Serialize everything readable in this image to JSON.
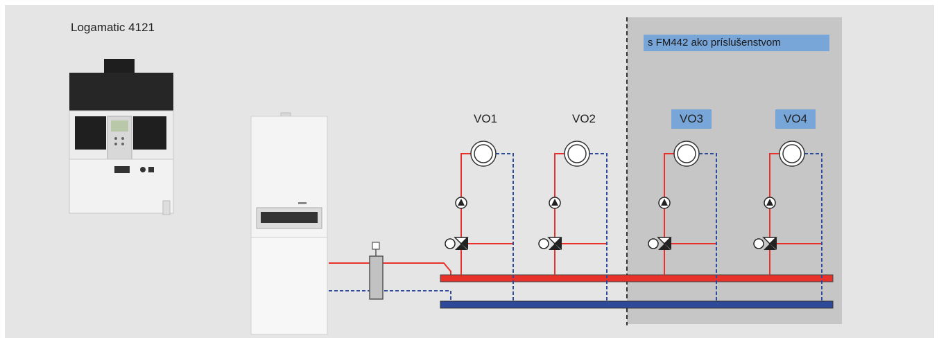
{
  "title": "Logamatic 4121",
  "accessory_label": "s FM442 ako príslušenstvom",
  "circuits": [
    "VO1",
    "VO2",
    "VO3",
    "VO4"
  ],
  "colors": {
    "background": "#e5e5e5",
    "accessory_zone": "#c6c6c6",
    "label_highlight": "#79a6d8",
    "flow": "#e8312a",
    "return": "#2f4a9a"
  },
  "icons": [
    "controller-image",
    "boiler-image",
    "pump-icon",
    "mixing-valve-icon",
    "heating-circuit-icon",
    "hydraulic-separator-icon"
  ]
}
